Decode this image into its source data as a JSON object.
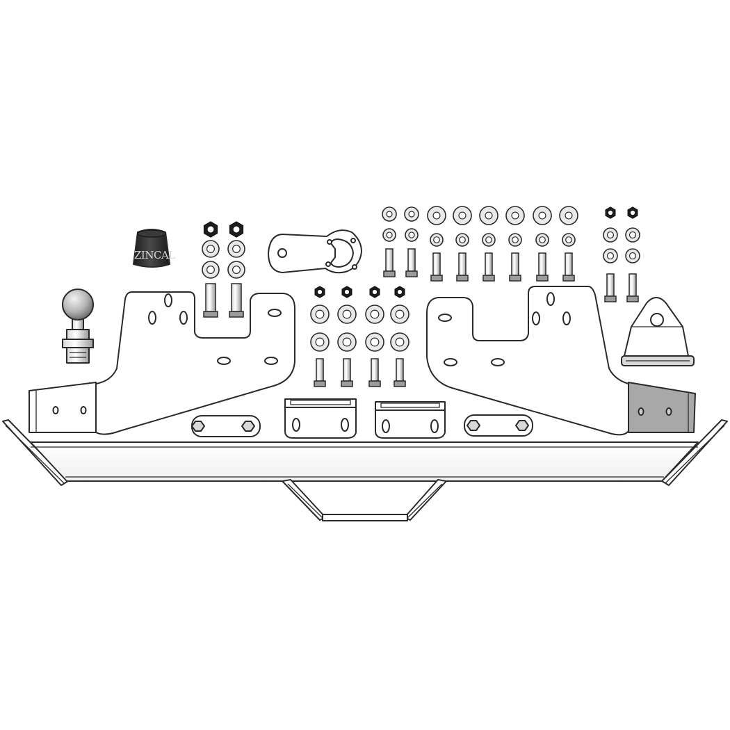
{
  "diagram": {
    "cap_logo_text": "ZINCAL",
    "colors": {
      "background": "#ffffff",
      "line": "#2a2a2a",
      "plate": "#ffffff",
      "shaded_plate": "#a8a8a8",
      "ball_light": "#e8e8e8",
      "ball_dark": "#6d6d6d",
      "cap_dark": "#2b2b2b",
      "metal_light": "#f2f2f2"
    },
    "parts": [
      "tow-ball",
      "ball-cap",
      "socket-bracket",
      "left-side-bracket",
      "right-side-bracket",
      "crossbar",
      "center-brace",
      "tow-loop",
      "angle-bracket",
      "spacer-plate",
      "bolt",
      "nut",
      "washer"
    ]
  }
}
